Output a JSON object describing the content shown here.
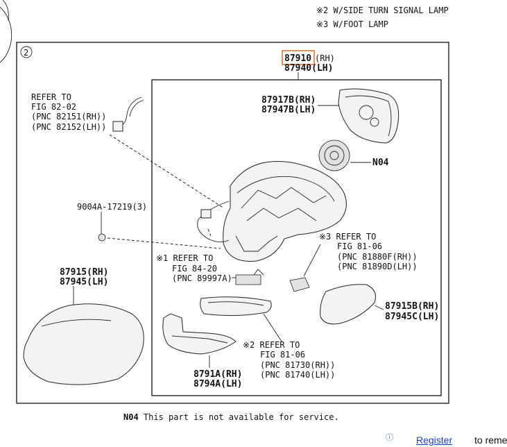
{
  "diagram": {
    "legend": {
      "sw_side_turn": "※2 W/SIDE TURN SIGNAL LAMP",
      "foot_lamp": "※3 W/FOOT LAMP"
    },
    "section_number": "2",
    "assembly": {
      "pn_rh": "87910",
      "pn_rh_suffix": "(RH)",
      "pn_lh": "87940(LH)"
    },
    "refer_82_02": {
      "line1": "REFER TO",
      "line2": "FIG 82-02",
      "line3": "(PNC 82151(RH))",
      "line4": "(PNC 82152(LH))"
    },
    "bolt": "9004A-17219(3)",
    "refer_84_20": {
      "line1": "※1 REFER TO",
      "line2": "FIG 84-20",
      "line3": "(PNC 89997A)"
    },
    "cover": {
      "rh": "87915(RH)",
      "lh": "87945(LH)"
    },
    "glass": {
      "rh": "87917B(RH)",
      "lh": "87947B(LH)"
    },
    "n04": "N04",
    "refer_81_06_a": {
      "line1": "※3 REFER TO",
      "line2": "FIG 81-06",
      "line3": "(PNC 81880F(RH))",
      "line4": "(PNC 81890D(LH))"
    },
    "lower_cover": {
      "rh": "87915B(RH)",
      "lh": "87945C(LH)"
    },
    "refer_81_06_b": {
      "line1": "※2 REFER TO",
      "line2": "FIG 81-06",
      "line3": "(PNC 81730(RH))",
      "line4": "(PNC 81740(LH))"
    },
    "lamp": {
      "rh": "8791A(RH)",
      "lh": "8794A(LH)"
    },
    "note": {
      "code": "N04",
      "text": "This part is not available for service."
    }
  },
  "footer": {
    "info_icon": "ⓘ",
    "register_link": "Register",
    "register_rest": " to remember"
  }
}
